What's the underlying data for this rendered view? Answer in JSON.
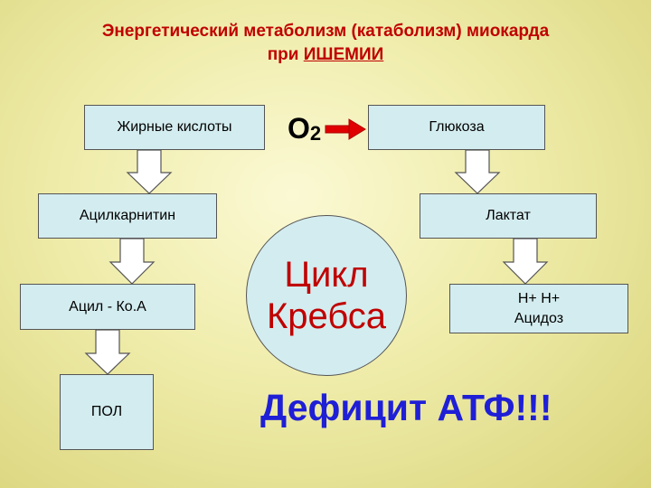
{
  "title": {
    "line1": "Энергетический метаболизм (катаболизм) миокарда",
    "line2_prefix": "при ",
    "line2_underlined": "ИШЕМИИ"
  },
  "boxes": {
    "fatty_acids": "Жирные кислоты",
    "glucose": "Глюкоза",
    "acylcarnitine": "Ацилкарнитин",
    "lactate": "Лактат",
    "acyl_coa": "Ацил - Ко.А",
    "acidosis_line1": "Н+ Н+",
    "acidosis_line2": "Ацидоз",
    "pol": "ПОЛ"
  },
  "oxygen": {
    "symbol": "О",
    "subscript": "2"
  },
  "krebs": {
    "line1": "Цикл",
    "line2": "Кребса"
  },
  "deficit": "Дефицит АТФ!!!",
  "colors": {
    "title": "#c00000",
    "krebs_text": "#c00000",
    "deficit_text": "#1f1fd6",
    "box_fill": "#d3ecef",
    "red_arrow": "#e00000"
  }
}
